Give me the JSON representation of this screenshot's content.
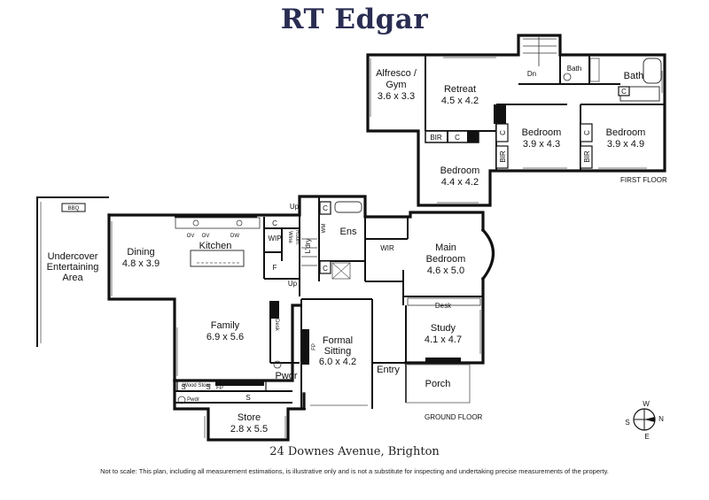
{
  "brand": "RT Edgar",
  "address": "24 Downes Avenue, Brighton",
  "disclaimer": "Not to scale: This plan, including all measurement estimations, is illustrative only and is not a substitute for inspecting and undertaking precise measurements of the property.",
  "floors": {
    "first": "FIRST FLOOR",
    "ground": "GROUND FLOOR"
  },
  "compass": {
    "n": "N",
    "s": "S",
    "e": "E",
    "w": "W"
  },
  "first_floor": {
    "alfresco": {
      "name1": "Alfresco /",
      "name2": "Gym",
      "dims": "3.6 x 3.3"
    },
    "retreat": {
      "name": "Retreat",
      "dims": "4.5 x 4.2"
    },
    "bedroom_mid": {
      "name": "Bedroom",
      "dims": "3.9 x 4.3"
    },
    "bedroom_right": {
      "name": "Bedroom",
      "dims": "3.9 x 4.9"
    },
    "bedroom_lower": {
      "name": "Bedroom",
      "dims": "4.4 x 4.2"
    },
    "bath_small": "Bath",
    "bath": "Bath",
    "dn": "Dn",
    "bir": "BIR",
    "c": "C"
  },
  "ground_floor": {
    "undercover": {
      "l1": "Undercover",
      "l2": "Entertaining",
      "l3": "Area"
    },
    "bbq": "BBQ",
    "dining": {
      "name": "Dining",
      "dims": "4.8 x 3.9"
    },
    "kitchen": "Kitchen",
    "appliances": {
      "ov1": "OV",
      "ov2": "OV",
      "dw": "DW"
    },
    "family": {
      "name": "Family",
      "dims": "6.9 x 5.6"
    },
    "wip": "WIP",
    "wine1": "Wine",
    "wine2": "Room",
    "f": "F",
    "c": "C",
    "ldry": "L'dry",
    "wm": "WM",
    "ens": "Ens",
    "wir": "WIR",
    "main_bedroom": {
      "name1": "Main",
      "name2": "Bedroom",
      "dims": "4.6 x 5.0"
    },
    "up": "Up",
    "desk": "Desk",
    "study": {
      "name": "Study",
      "dims": "4.1 x 4.7"
    },
    "formal": {
      "name1": "Formal",
      "name2": "Sitting",
      "dims": "6.0 x 4.2"
    },
    "fp": "FP",
    "entry": "Entry",
    "porch": "Porch",
    "pwdr": "Pwdr",
    "s": "S",
    "wood_store": "Wood Store",
    "store": {
      "name": "Store",
      "dims": "2.8 x 5.5"
    }
  }
}
